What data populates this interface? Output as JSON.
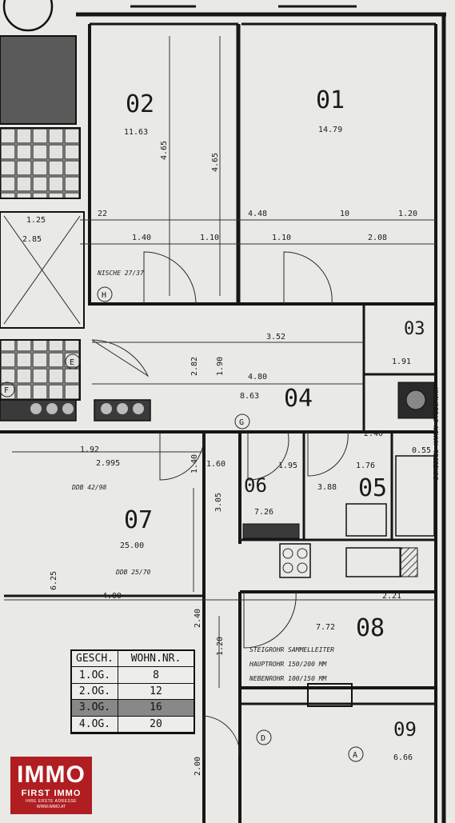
{
  "rooms": [
    {
      "id": "r01",
      "num": "01",
      "area": "14.79"
    },
    {
      "id": "r02",
      "num": "02",
      "area": "11.63"
    },
    {
      "id": "r03",
      "num": "03",
      "area": "1.91"
    },
    {
      "id": "r04",
      "num": "04",
      "area": "8.63"
    },
    {
      "id": "r05",
      "num": "05",
      "area": "3.88"
    },
    {
      "id": "r06",
      "num": "06",
      "area": ""
    },
    {
      "id": "r07",
      "num": "07",
      "area": "25.00"
    },
    {
      "id": "r08",
      "num": "08",
      "area": "7.72"
    },
    {
      "id": "r09",
      "num": "09",
      "area": "6.66"
    }
  ],
  "dimensions": [
    "4.65",
    "4.65",
    "4.48",
    "1.20",
    "1.25",
    "2.85",
    "1.40",
    "1.10",
    "1.10",
    "2.08",
    "22",
    "10",
    "3.52",
    "4.80",
    "1.90",
    "2.82",
    "1.40",
    "1.60",
    "3.05",
    "4.00",
    "6.25",
    "2.21",
    "2.40",
    "1.20",
    "2.00",
    "1.95",
    "1.76",
    "7.26",
    "2.995",
    "1.92",
    "2.40",
    "0.55"
  ],
  "annotations": {
    "niche": "NISCHE 27/37",
    "ddb1": "DDB 42/98",
    "ddb2": "DDB 25/70",
    "shaft": "SCHIEDEL-KAMIN STEIGROHR",
    "collector_1": "STEIGROHR SAMMELLEITER",
    "collector_2": "HAUPTROHR 150/200 MM",
    "collector_3": "NEBENROHR 100/150 MM",
    "tag_h": "H",
    "tag_e": "E",
    "tag_f": "F",
    "tag_g": "G",
    "tag_d": "D",
    "tag_a": "A"
  },
  "legend": {
    "header": [
      "GESCH.",
      "WOHN.NR."
    ],
    "rows": [
      {
        "floor": "1.OG.",
        "unit": "8"
      },
      {
        "floor": "2.OG.",
        "unit": "12"
      },
      {
        "floor": "3.OG.",
        "unit": "16"
      },
      {
        "floor": "4.OG.",
        "unit": "20"
      }
    ],
    "highlight_row": 2
  },
  "logo": {
    "mark": "IMMO",
    "brand": "FIRST IMMO",
    "tagline": "IHRE ERSTE ADRESSE",
    "url": "WWW.IMMO.AT",
    "color": "#b01e22"
  },
  "colors": {
    "ink": "#161616",
    "paper": "#e9e9e6",
    "hatch": "#555555"
  }
}
